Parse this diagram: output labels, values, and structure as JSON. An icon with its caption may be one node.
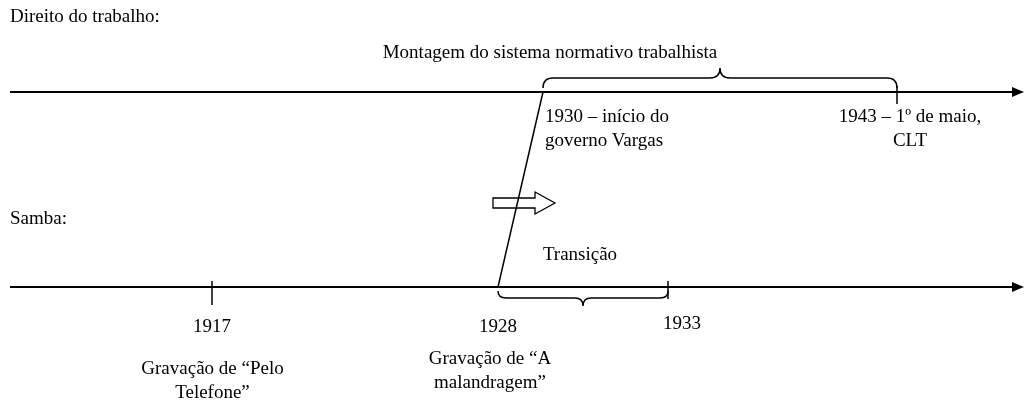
{
  "diagram": {
    "labels": [
      "Direito do trabalho:",
      "Montagem do sistema normativo trabalhista",
      "1930 – início do governo Vargas",
      "1943 – 1º de maio, CLT",
      "Samba:",
      "Transição",
      "1917",
      "1928",
      "1933",
      "Gravação de “Pelo Telefone”",
      "Gravação de “A malandragem”"
    ]
  }
}
